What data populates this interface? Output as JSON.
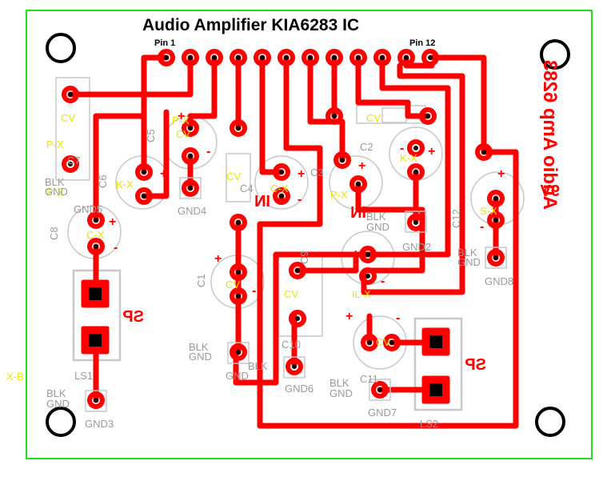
{
  "title": "Audio Amplifier KIA6283 IC",
  "pin_labels": {
    "first": "Pin 1",
    "last": "Pin 12"
  },
  "mirrored": {
    "board_name": "Audio Amp 6283",
    "supply": "9V",
    "in_left": "IN",
    "in_right": "IN",
    "sp_left": "SP",
    "sp_right": "SP"
  },
  "capacitors": {
    "c1": "C1",
    "c2": "C2",
    "c3": "C3",
    "c4": "C4",
    "c5": "C5",
    "c6": "C6",
    "c7": "C7",
    "c8": "C8",
    "c9": "C9",
    "c10": "C10",
    "c11": "C11",
    "c12": "C12"
  },
  "value_text": {
    "cv": "CV",
    "px": "P-X",
    "cx": "C-X",
    "kx": "K-X",
    "sx": "S-X",
    "ix": "IL-X",
    "xb": "X-B"
  },
  "grounds": {
    "blk": "BLK",
    "gnd": "GND",
    "gnd2": "GND2",
    "gnd3": "GND3",
    "gnd4": "GND4",
    "gnd5": "GND5",
    "gnd6": "GND6",
    "gnd7": "GND7",
    "gnd8": "GND8"
  },
  "speakers": {
    "ls1": "LS1",
    "ls2": "LS2"
  },
  "polarity": {
    "plus": "+",
    "minus": "-"
  },
  "colors": {
    "trace": "#ff0000",
    "pad": "#ff0000",
    "outline": "#22dd22",
    "silkscreen": "#e8e800",
    "component_body": "#c8c8c8",
    "hole": "#000000"
  }
}
